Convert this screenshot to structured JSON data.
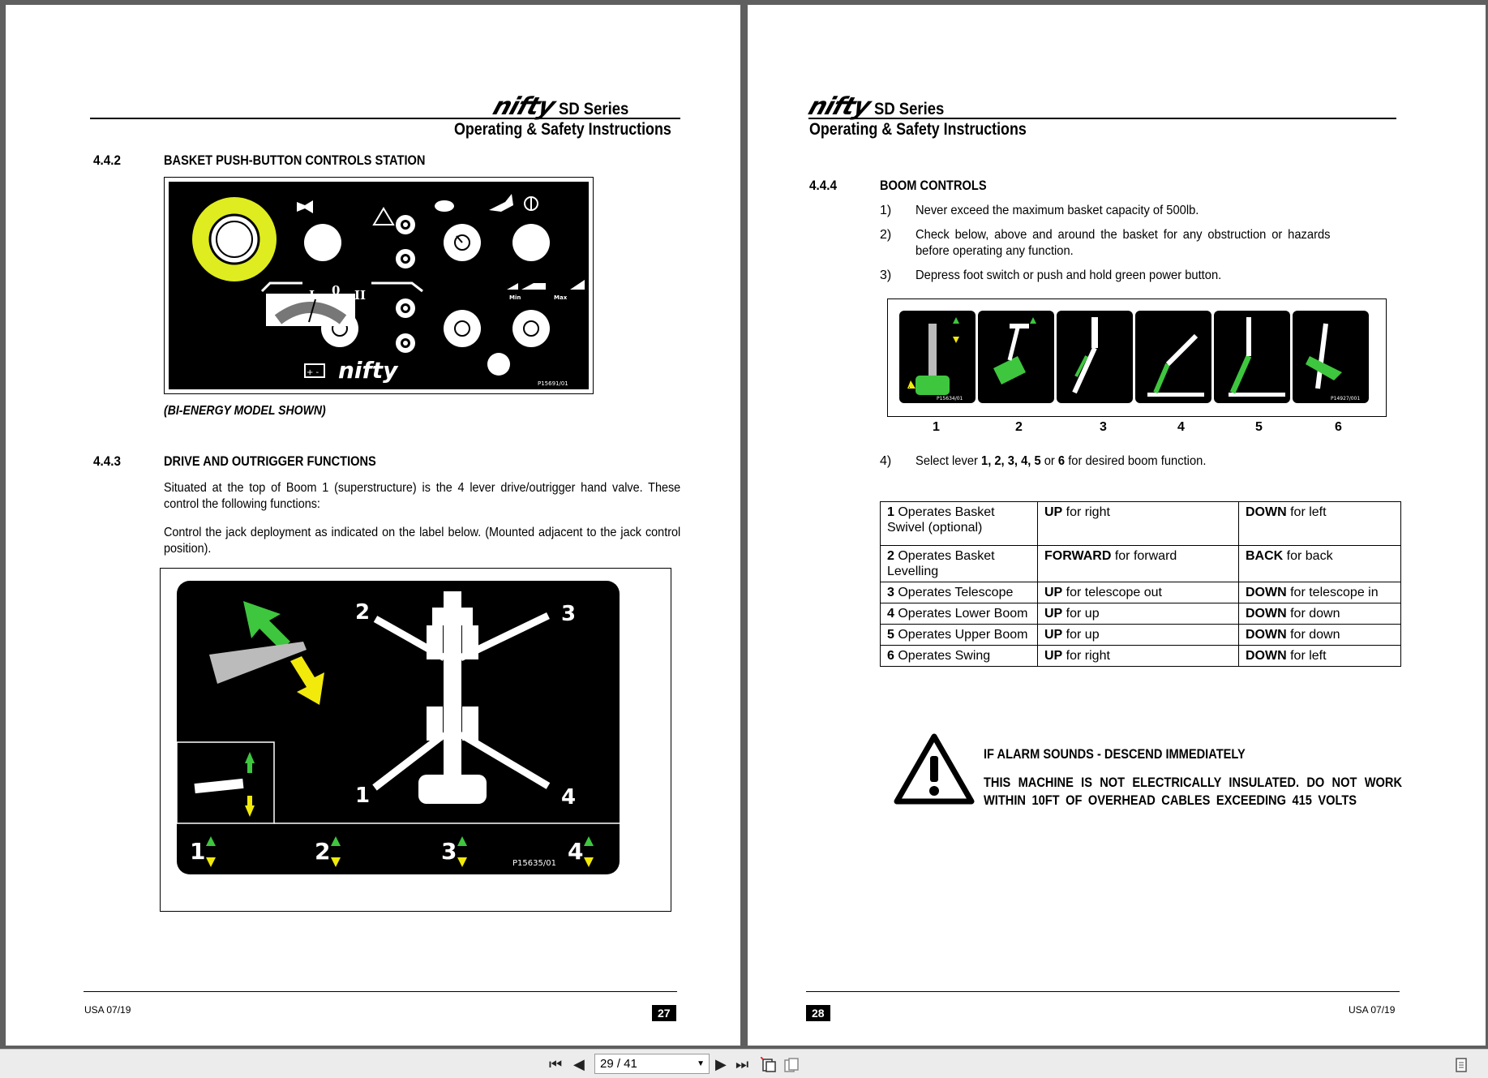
{
  "header": {
    "brand": "nifty",
    "series": "SD Series",
    "subtitle": "Operating & Safety Instructions"
  },
  "left_page": {
    "sec1": {
      "num": "4.4.2",
      "title": "BASKET PUSH-BUTTON CONTROLS STATION"
    },
    "panel": {
      "mode_labels": [
        "I",
        "0",
        "II"
      ],
      "min": "Min",
      "max": "Max",
      "code": "P15691/01"
    },
    "caption": "(BI-ENERGY MODEL SHOWN)",
    "sec2": {
      "num": "4.4.3",
      "title": "DRIVE AND OUTRIGGER FUNCTIONS"
    },
    "para1": "Situated at the top of Boom 1 (superstructure) is the 4 lever drive/outrigger hand valve. These control the following functions:",
    "para2": "Control the jack deployment as indicated on the label below. (Mounted adjacent to the jack control position).",
    "label": {
      "legs": [
        "2",
        "3",
        "1",
        "4"
      ],
      "levers": [
        "1",
        "2",
        "3",
        "4"
      ],
      "code": "P15635/01"
    },
    "footer_left": "USA  07/19",
    "page_number": "27"
  },
  "right_page": {
    "sec": {
      "num": "4.4.4",
      "title": "BOOM CONTROLS"
    },
    "steps": [
      {
        "n": "1)",
        "text": "Never exceed the maximum basket capacity of 500lb."
      },
      {
        "n": "2)",
        "text": "Check below, above and around the basket for any obstruction or hazards before operating any function."
      },
      {
        "n": "3)",
        "text": "Depress foot switch or push and hold green power button."
      }
    ],
    "lever_labels": [
      "1",
      "2",
      "3",
      "4",
      "5",
      "6"
    ],
    "lever_codes": [
      "P15634/01",
      "P14927/001"
    ],
    "step4": {
      "n": "4)",
      "pre": "Select lever ",
      "levers": "1, 2, 3, 4, 5",
      "mid": " or ",
      "last": "6",
      "post": " for desired boom function."
    },
    "table": [
      {
        "num": "1",
        "name": "Operates Basket Swivel (optional)",
        "a_key": "UP",
        "a_rest": " for right",
        "b_key": "DOWN",
        "b_rest": " for left"
      },
      {
        "num": "2",
        "name": "Operates Basket Levelling",
        "a_key": "FORWARD",
        "a_rest": " for forward",
        "b_key": "BACK",
        "b_rest": " for back"
      },
      {
        "num": "3",
        "name": "Operates Telescope",
        "a_key": "UP",
        "a_rest": " for telescope out",
        "b_key": "DOWN",
        "b_rest": " for telescope in"
      },
      {
        "num": "4",
        "name": "Operates Lower Boom",
        "a_key": "UP",
        "a_rest": " for up",
        "b_key": "DOWN",
        "b_rest": " for down"
      },
      {
        "num": "5",
        "name": "Operates Upper Boom",
        "a_key": "UP",
        "a_rest": " for up",
        "b_key": "DOWN",
        "b_rest": " for down"
      },
      {
        "num": "6",
        "name": "Operates Swing",
        "a_key": "UP",
        "a_rest": " for right",
        "b_key": "DOWN",
        "b_rest": " for left"
      }
    ],
    "warning": {
      "head": "IF ALARM SOUNDS - DESCEND IMMEDIATELY",
      "body": "THIS MACHINE IS NOT ELECTRICALLY INSULATED. DO NOT WORK WITHIN 10FT OF OVERHEAD CABLES EXCEEDING 415 VOLTS"
    },
    "footer_right": "USA  07/19",
    "page_number": "28"
  },
  "toolbar": {
    "page_indicator": "29 / 41",
    "first": "⏮",
    "prev": "◀",
    "next": "▶",
    "last": "⏭"
  },
  "colors": {
    "green": "#3ec63e",
    "yellow": "#f2ea0b",
    "label_black": "#000000",
    "highlight": "#dfec1f"
  }
}
